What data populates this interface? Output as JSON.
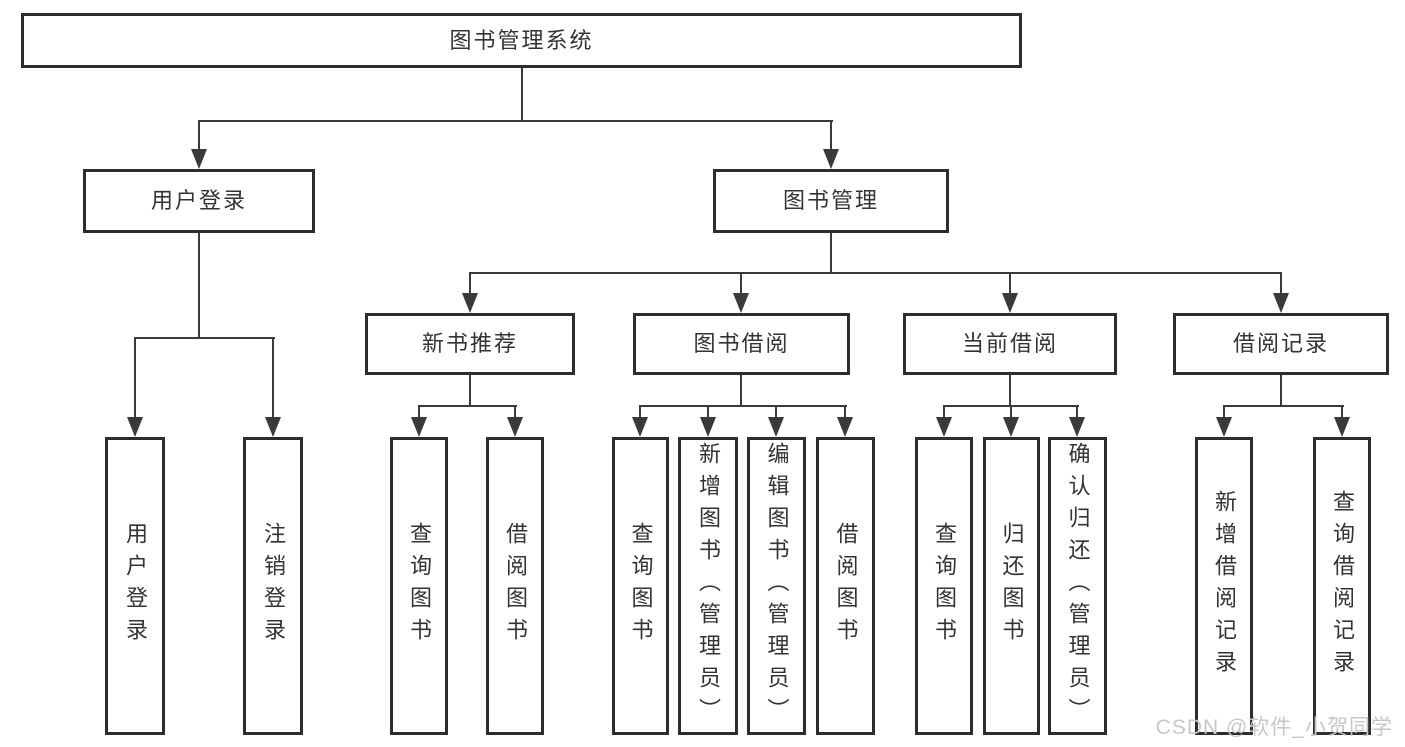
{
  "diagram": {
    "root": {
      "label": "图书管理系统"
    },
    "level2": [
      {
        "label": "用户登录"
      },
      {
        "label": "图书管理"
      }
    ],
    "level3": [
      {
        "label": "新书推荐"
      },
      {
        "label": "图书借阅"
      },
      {
        "label": "当前借阅"
      },
      {
        "label": "借阅记录"
      }
    ],
    "leaves": [
      {
        "label": "用户登录"
      },
      {
        "label": "注销登录"
      },
      {
        "label": "查询图书"
      },
      {
        "label": "借阅图书"
      },
      {
        "label": "查询图书"
      },
      {
        "label": "新增图书（管理员）"
      },
      {
        "label": "编辑图书（管理员）"
      },
      {
        "label": "借阅图书"
      },
      {
        "label": "查询图书"
      },
      {
        "label": "归还图书"
      },
      {
        "label": "确认归还（管理员）"
      },
      {
        "label": "新增借阅记录"
      },
      {
        "label": "查询借阅记录"
      }
    ]
  },
  "watermark": {
    "text": "CSDN @软件_小贺同学"
  },
  "colors": {
    "border": "#2d2d2d",
    "line": "#3a3a3a",
    "text": "#333333",
    "background": "#ffffff",
    "watermark": "#c7c7c7"
  }
}
